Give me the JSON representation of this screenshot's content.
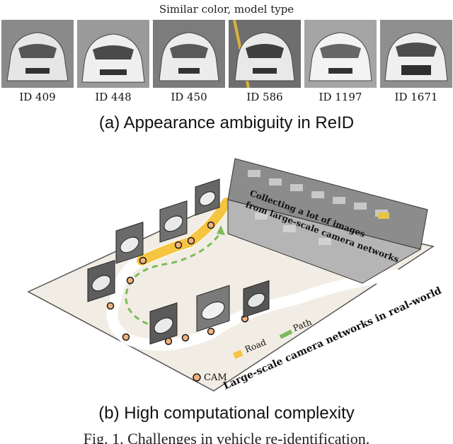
{
  "top_panel": {
    "header": "Similar color, model type",
    "ids": [
      "ID 409",
      "ID 448",
      "ID 450",
      "ID 586",
      "ID 1197",
      "ID 1671"
    ]
  },
  "caption_a": "(a) Appearance ambiguity in ReID",
  "scene": {
    "collect_line1": "Collecting a lot of images",
    "collect_line2": "from large-scale camera networks",
    "networks_label": "Large-scale camera networks in real-world",
    "legend": {
      "cam": "CAM",
      "road": "Road",
      "path": "Path"
    },
    "colors": {
      "road": "#f5c542",
      "path": "#7dbb5a",
      "cam_fill": "#f1b27a",
      "cam_stroke": "#1a1a1a",
      "ground": "#f2ede4"
    }
  },
  "caption_b": "(b) High computational complexity",
  "figure_caption": "Fig. 1. Challenges in vehicle re-identification."
}
